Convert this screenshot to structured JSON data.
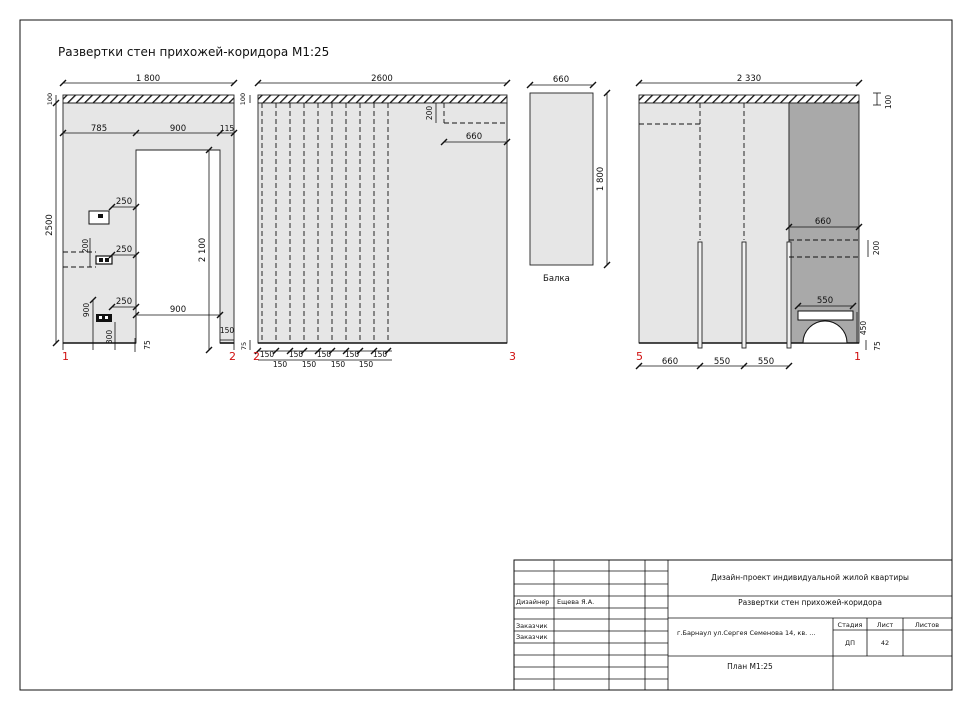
{
  "sheet_title": "Развертки стен прихожей-коридора М1:25",
  "view1": {
    "width_total": "1 800",
    "ceiling": "100",
    "height": "2500",
    "seg1": "785",
    "seg2": "900",
    "seg3": "115",
    "door_h": "2 100",
    "d250a": "250",
    "d250b": "250",
    "d250c": "250",
    "d900_floor": "900",
    "d900_vert": "900",
    "d300": "300",
    "d200": "200",
    "d150": "150",
    "d75": "75",
    "corner_left": "1",
    "corner_right": "2"
  },
  "view2": {
    "width_total": "2600",
    "ceiling": "100",
    "d200": "200",
    "d660": "660",
    "d75": "75",
    "spacing_top": [
      "150",
      "150",
      "150",
      "150",
      "150"
    ],
    "spacing_bottom": [
      "150",
      "150",
      "150",
      "150"
    ],
    "corner_left": "2",
    "corner_right": "3"
  },
  "beam": {
    "width": "660",
    "height": "1 800",
    "label": "Балка"
  },
  "view3": {
    "width_total": "2 330",
    "ceiling": "100",
    "d660": "660",
    "d200": "200",
    "d550_top": "550",
    "d450": "450",
    "d75": "75",
    "bottom_660": "660",
    "bottom_550a": "550",
    "bottom_550b": "550",
    "corner_left": "5",
    "corner_right": "1"
  },
  "title_block": {
    "project": "Дизайн-проект индивидуальной жилой квартиры",
    "drawing": "Развертки стен прихожей-коридора",
    "address": "г.Барнаул ул.Сергея Семенова 14, кв. ...",
    "plan": "План М1:25",
    "role_designer": "Дизайнер",
    "designer_name": "Ещева Я.А.",
    "role_customer_1": "Заказчик",
    "role_customer_2": "Заказчик",
    "stage_label": "Стадия",
    "sheet_label": "Лист",
    "sheets_label": "Листов",
    "stage_value": "ДП",
    "sheet_value": "42",
    "sheets_value": ""
  }
}
